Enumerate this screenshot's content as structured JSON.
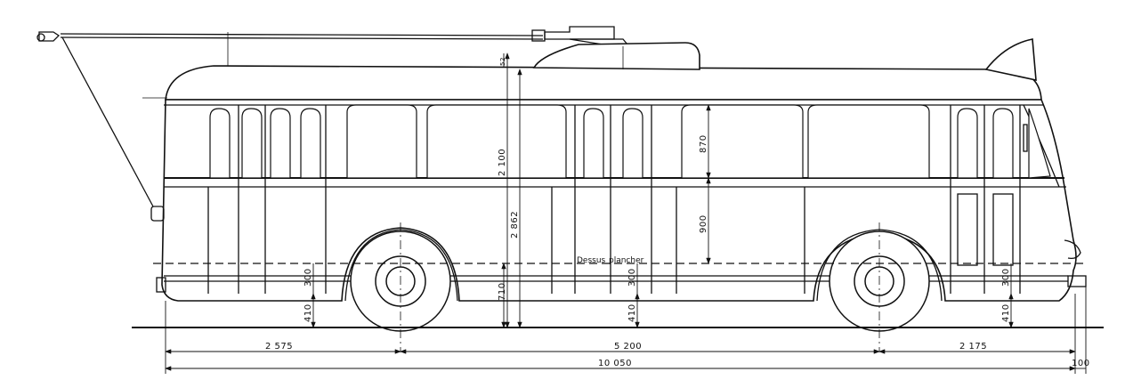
{
  "drawing": {
    "dimensions": {
      "front_overhang": "2 575",
      "wheelbase": "5 200",
      "rear_overhang": "2 175",
      "overall_length": "10 050",
      "bumper": "100",
      "roof_height": "2 100",
      "total_height": "2 862",
      "floor_height": "710",
      "window_height": "870",
      "panel_height": "900",
      "roof_top": "52",
      "ground_clearance_front": "410",
      "ground_clearance_mid": "410",
      "ground_clearance_rear": "410",
      "step_front": "300",
      "step_mid": "300",
      "step_rear": "300"
    },
    "floor_label_1": "Dessus",
    "floor_label_2": "plancher"
  }
}
